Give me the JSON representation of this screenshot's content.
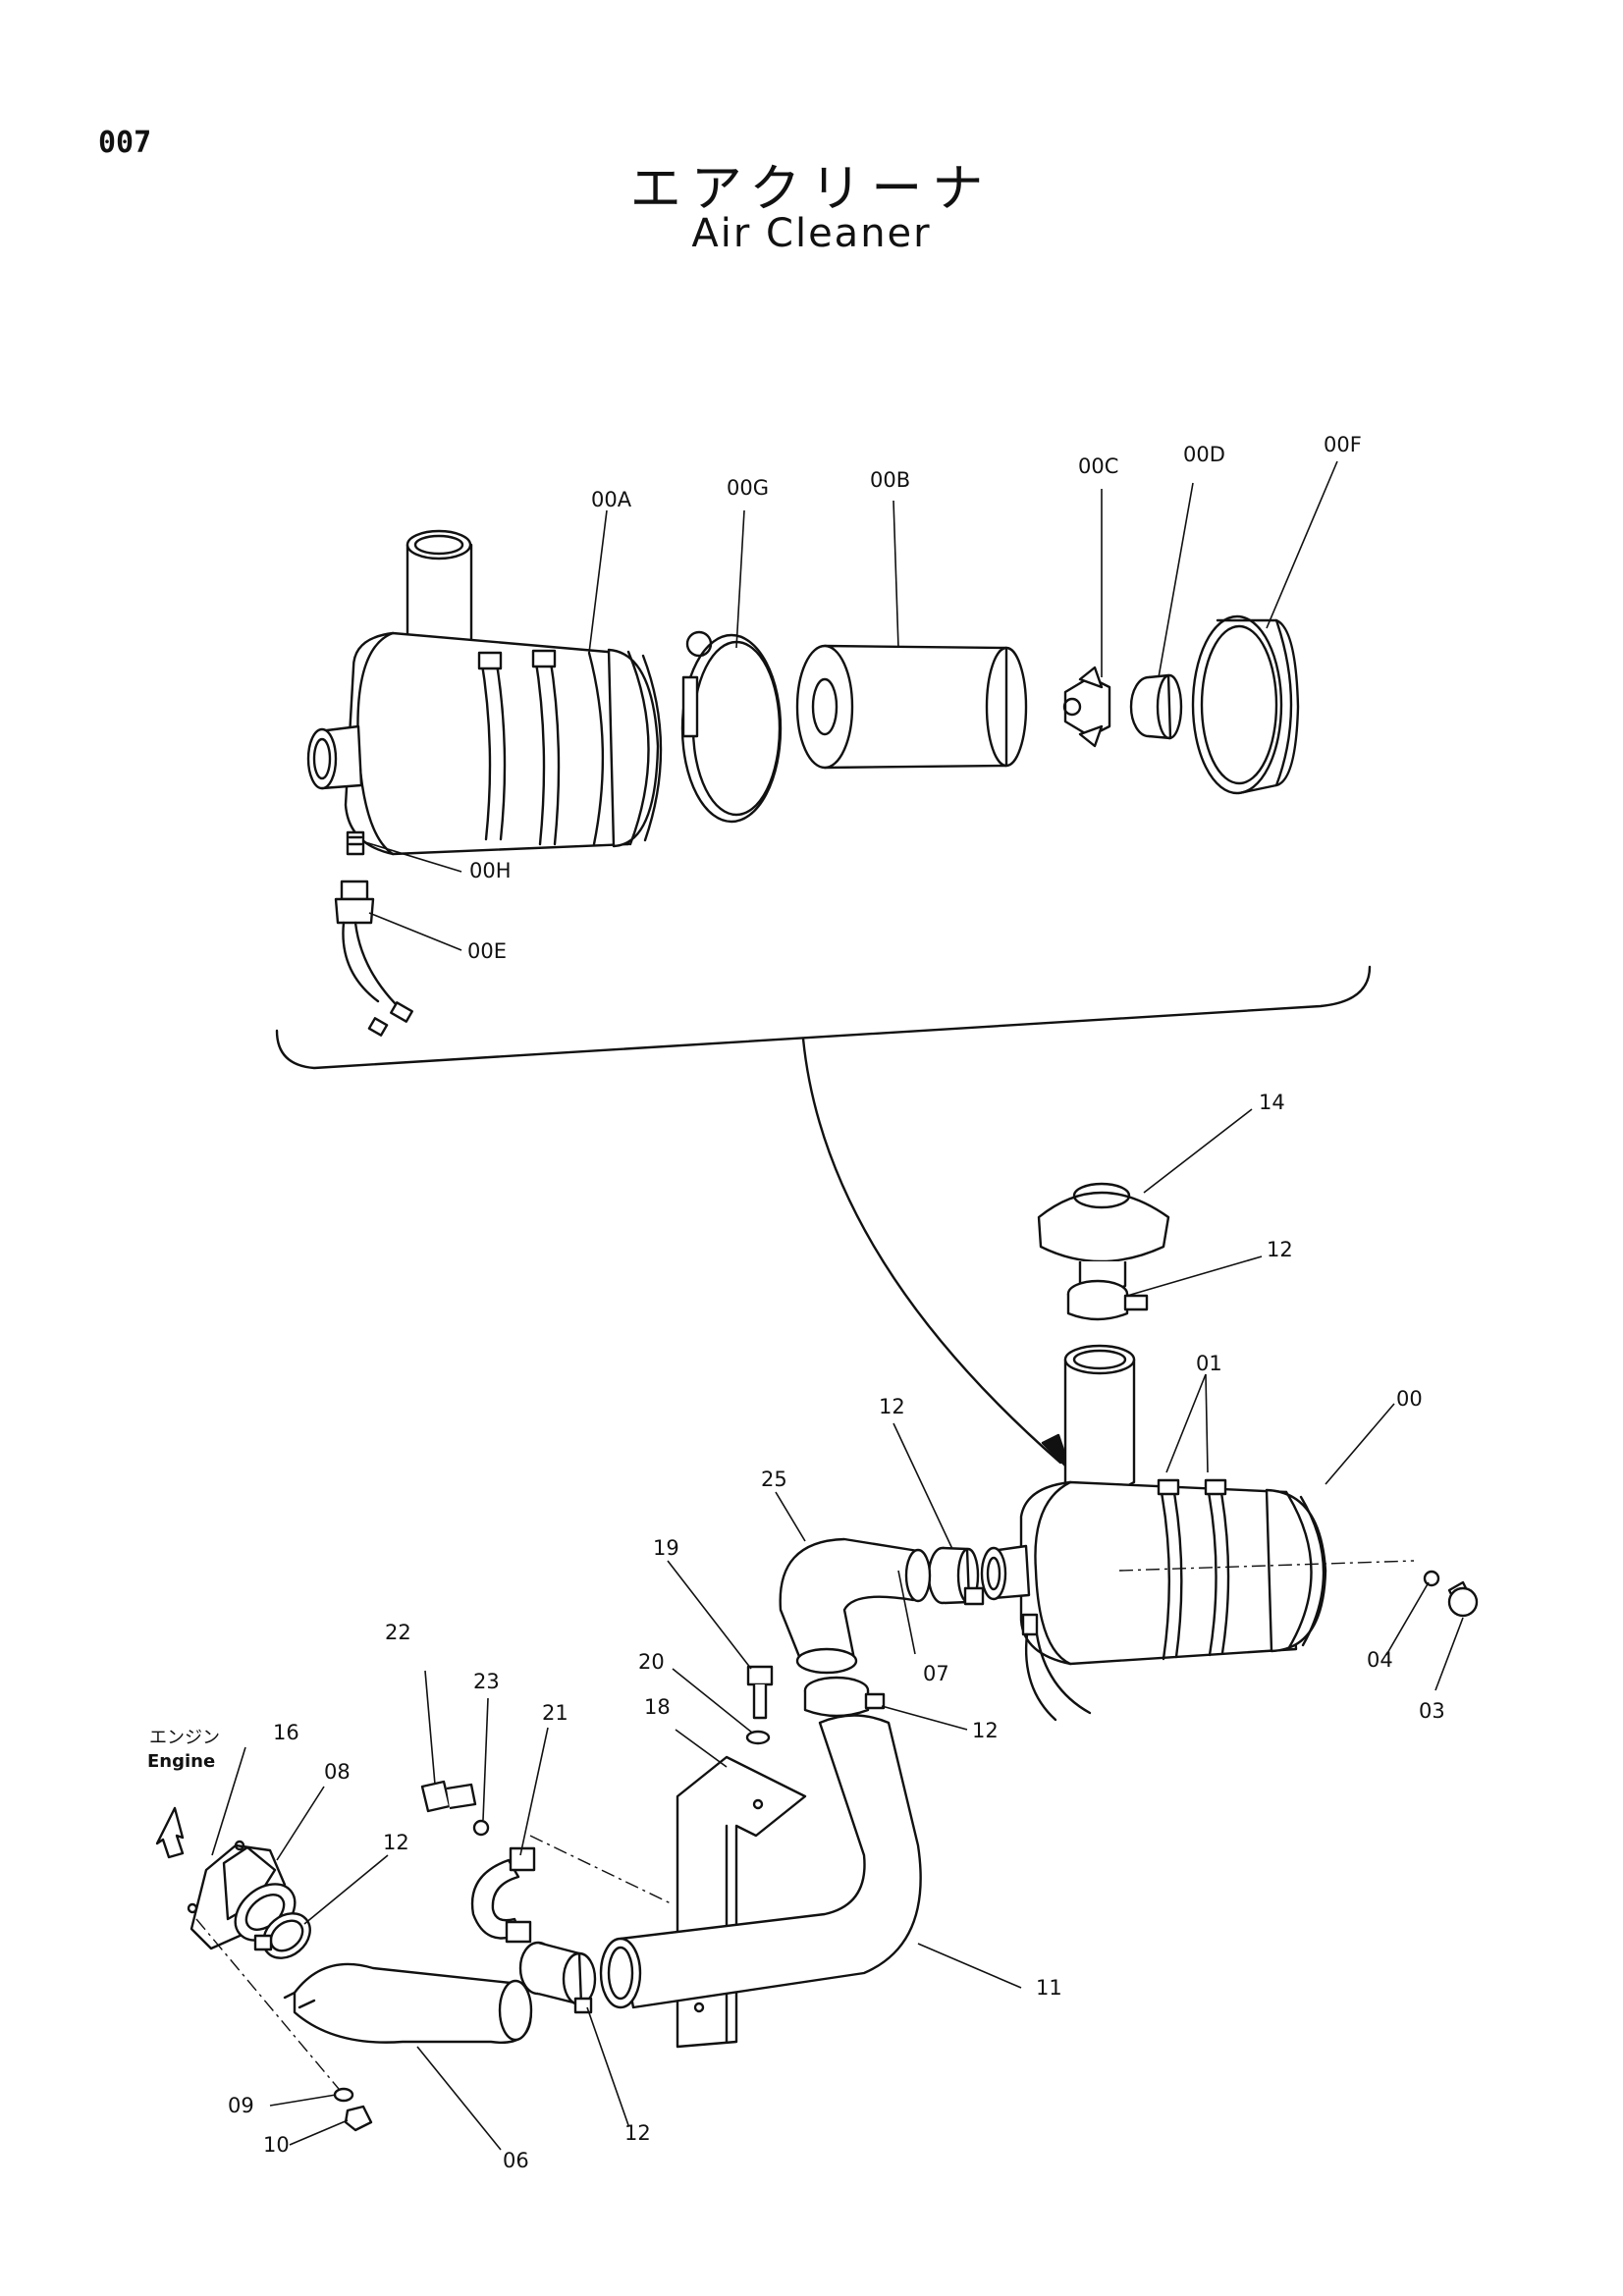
{
  "header": {
    "page_number": "007",
    "title_ja": "エアクリーナ",
    "title_en": "Air Cleaner"
  },
  "direction": {
    "label_ja": "エンジン",
    "label_en": "Engine"
  },
  "callouts": {
    "p00A": "00A",
    "p00G": "00G",
    "p00B": "00B",
    "p00C": "00C",
    "p00D": "00D",
    "p00F": "00F",
    "p00H": "00H",
    "p00E": "00E",
    "p14": "14",
    "p12a": "12",
    "p01": "01",
    "p00": "00",
    "p12b": "12",
    "p25": "25",
    "p19": "19",
    "p07": "07",
    "p04": "04",
    "p03": "03",
    "p20": "20",
    "p12c": "12",
    "p22": "22",
    "p23": "23",
    "p21": "21",
    "p18": "18",
    "p16": "16",
    "p08": "08",
    "p12d": "12",
    "p11": "11",
    "p09": "09",
    "p10": "10",
    "p06": "06",
    "p12e": "12"
  }
}
